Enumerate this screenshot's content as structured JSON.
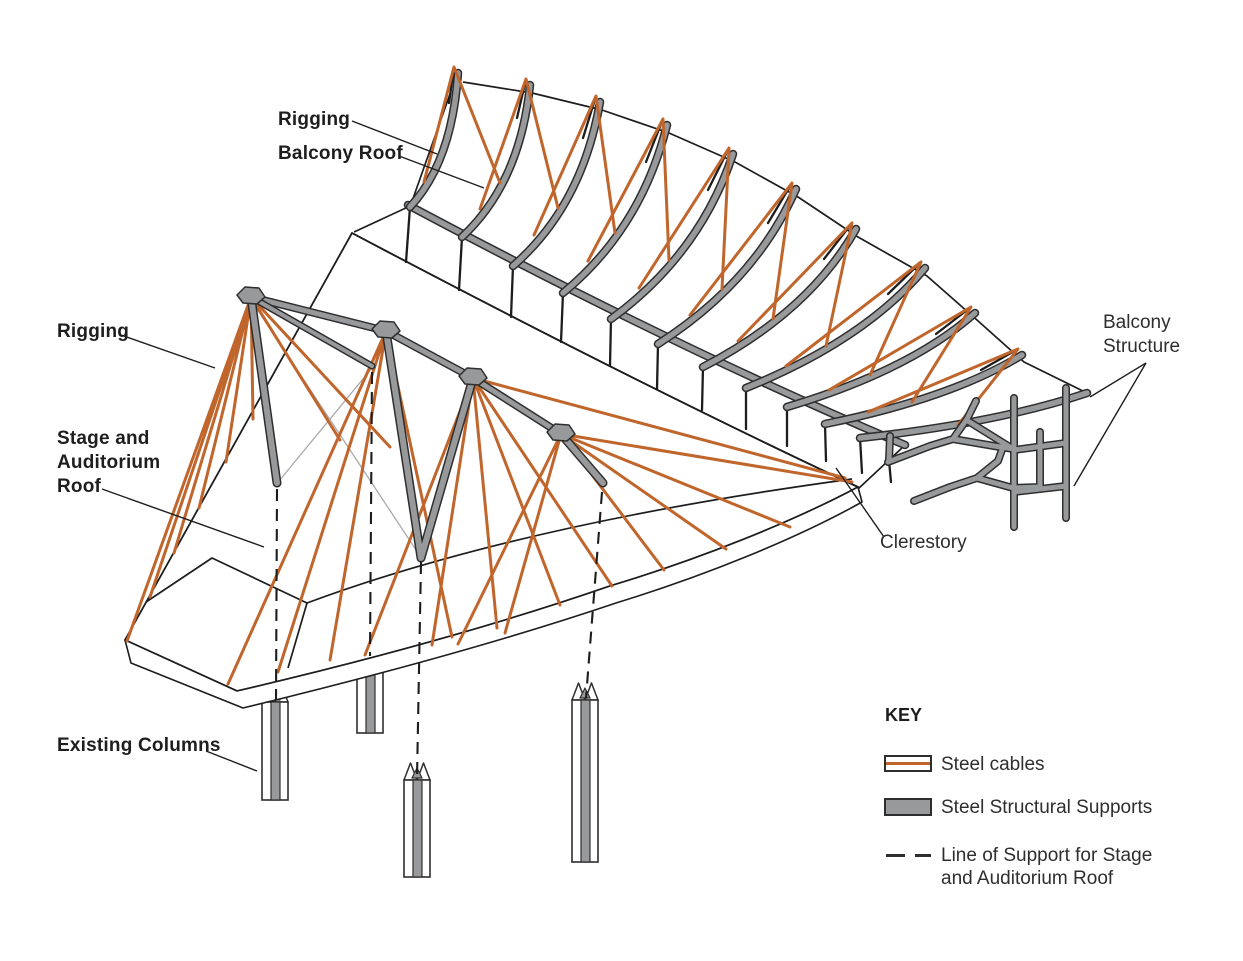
{
  "diagram": {
    "labels": {
      "rigging_top": "Rigging",
      "balcony_roof": "Balcony Roof",
      "rigging_left": "Rigging",
      "stage_roof_line1": "Stage and",
      "stage_roof_line2": "Auditorium",
      "stage_roof_line3": "Roof",
      "existing_columns": "Existing Columns",
      "balcony_structure_line1": "Balcony",
      "balcony_structure_line2": "Structure",
      "clerestory": "Clerestory"
    },
    "key": {
      "title": "KEY",
      "items": [
        {
          "id": "steel-cables",
          "label": "Steel cables"
        },
        {
          "id": "steel-structural-supports",
          "label": "Steel Structural Supports"
        },
        {
          "id": "line-of-support",
          "label_line1": "Line of Support for Stage",
          "label_line2": "and Auditorium Roof"
        }
      ]
    },
    "colors": {
      "cable": "#c0662c",
      "steel": "#98999b",
      "outline": "#2e2e2e",
      "line": "#1d1d1d"
    }
  }
}
